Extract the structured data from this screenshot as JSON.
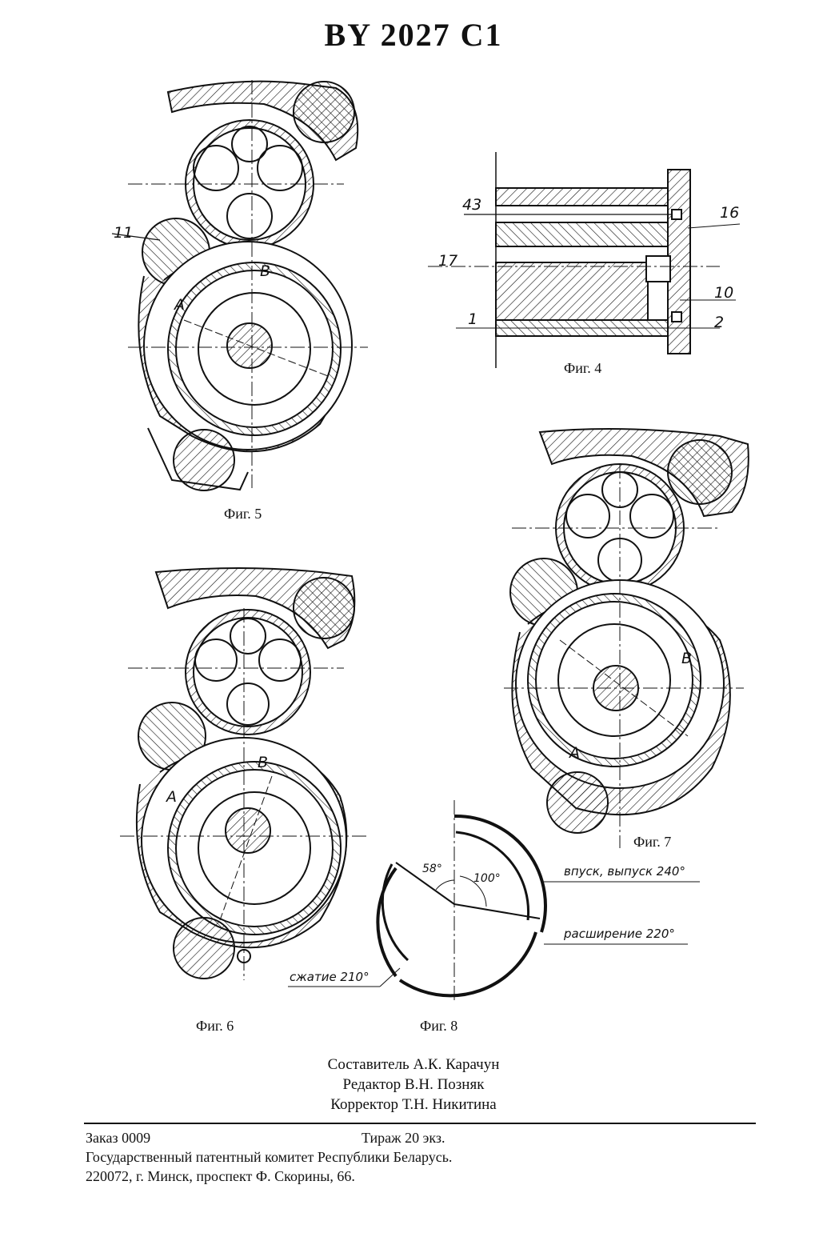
{
  "header": {
    "title": "BY 2027 C1"
  },
  "figures": {
    "fig4": {
      "caption": "Фиг. 4",
      "labels": [
        "43",
        "16",
        "17",
        "10",
        "1",
        "2"
      ]
    },
    "fig5": {
      "caption": "Фиг. 5",
      "labels": [
        "11",
        "A",
        "B"
      ]
    },
    "fig6": {
      "caption": "Фиг. 6",
      "labels": [
        "A",
        "B"
      ]
    },
    "fig7": {
      "caption": "Фиг. 7",
      "labels": [
        "B",
        "A"
      ]
    },
    "fig8": {
      "caption": "Фиг. 8",
      "angle1": "58°",
      "angle2": "100°",
      "label_intake": "впуск, выпуск 240°",
      "label_expansion": "расширение 220°",
      "label_compression": "сжатие 210°"
    }
  },
  "credits": {
    "compiler": "Составитель А.К. Карачун",
    "editor": "Редактор В.Н. Позняк",
    "corrector": "Корректор Т.Н. Никитина"
  },
  "footer": {
    "order": "Заказ 0009",
    "circulation": "Тираж 20 экз.",
    "org": "Государственный патентный комитет Республики Беларусь.",
    "address": "220072, г. Минск, проспект Ф. Скорины, 66."
  }
}
